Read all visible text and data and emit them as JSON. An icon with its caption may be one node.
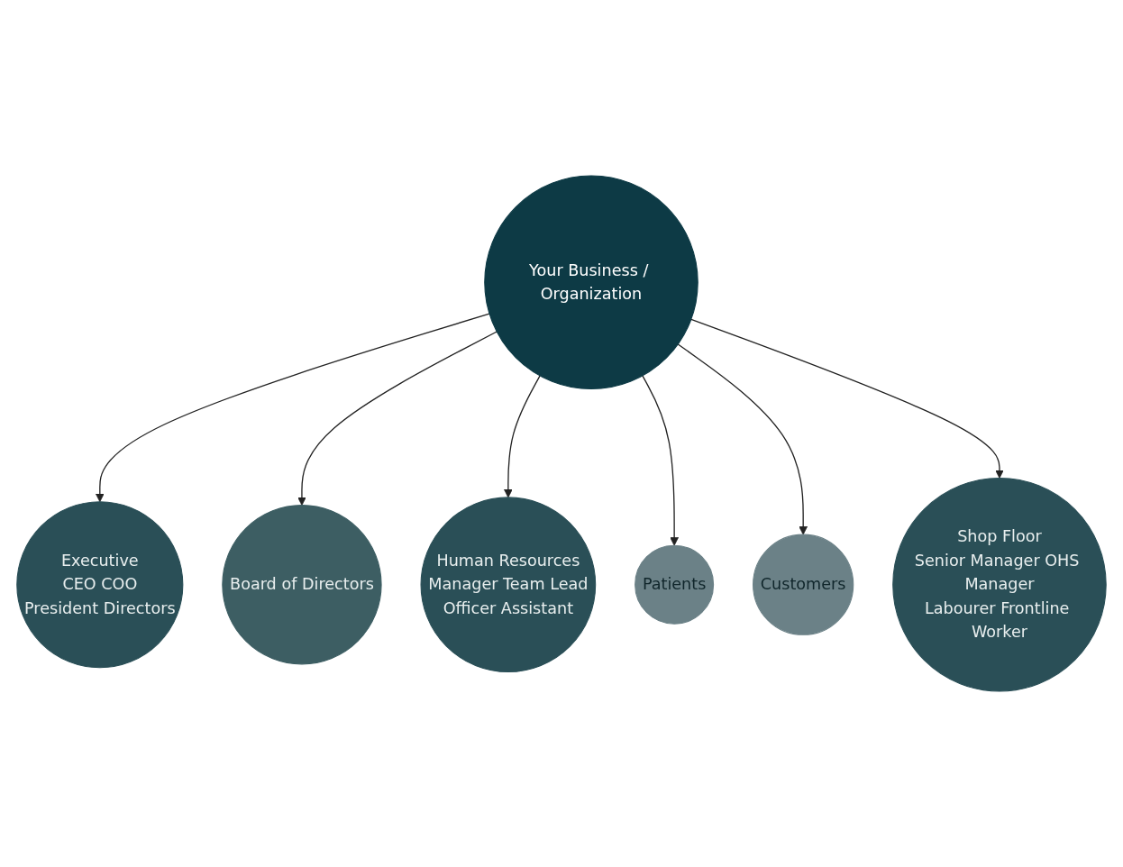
{
  "diagram": {
    "nodes": [
      {
        "text": [
          "Your Business / Organization"
        ]
      },
      {
        "text": [
          "Executive",
          "CEO COO",
          "President Directors"
        ]
      },
      {
        "text": [
          "Board of Directors"
        ]
      },
      {
        "text": [
          "Human Resources",
          "Manager Team Lead",
          "Officer Assistant"
        ]
      },
      {
        "text": [
          "Patients"
        ]
      },
      {
        "text": [
          "Customers"
        ]
      },
      {
        "text": [
          "Shop Floor",
          "Senior Manager OHS Manager",
          "Labourer Frontline Worker"
        ]
      }
    ],
    "edges": [
      {
        "from": 0,
        "to": 1,
        "arrow": "to"
      },
      {
        "from": 0,
        "to": 2,
        "arrow": "to"
      },
      {
        "from": 0,
        "to": 3,
        "arrow": "to"
      },
      {
        "from": 0,
        "to": 4,
        "arrow": "to"
      },
      {
        "from": 0,
        "to": 5,
        "arrow": "to"
      },
      {
        "from": 0,
        "to": 6,
        "arrow": "to"
      }
    ]
  }
}
